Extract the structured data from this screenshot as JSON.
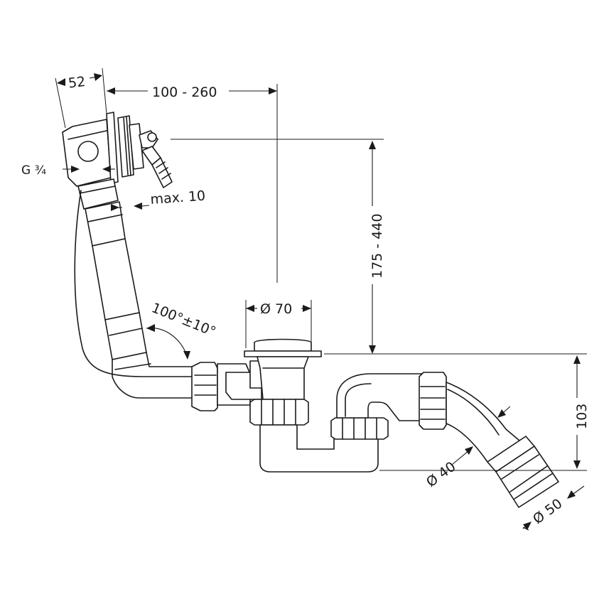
{
  "dimensions": {
    "width_52": "52",
    "length_100_260": "100 - 260",
    "thread_g34": "G ¾",
    "max_10": "max. 10",
    "height_175_440": "175 - 440",
    "diameter_70": "Ø 70",
    "angle_100": "100°±10°",
    "height_103": "103",
    "diameter_40": "Ø 40",
    "diameter_50": "Ø 50"
  }
}
